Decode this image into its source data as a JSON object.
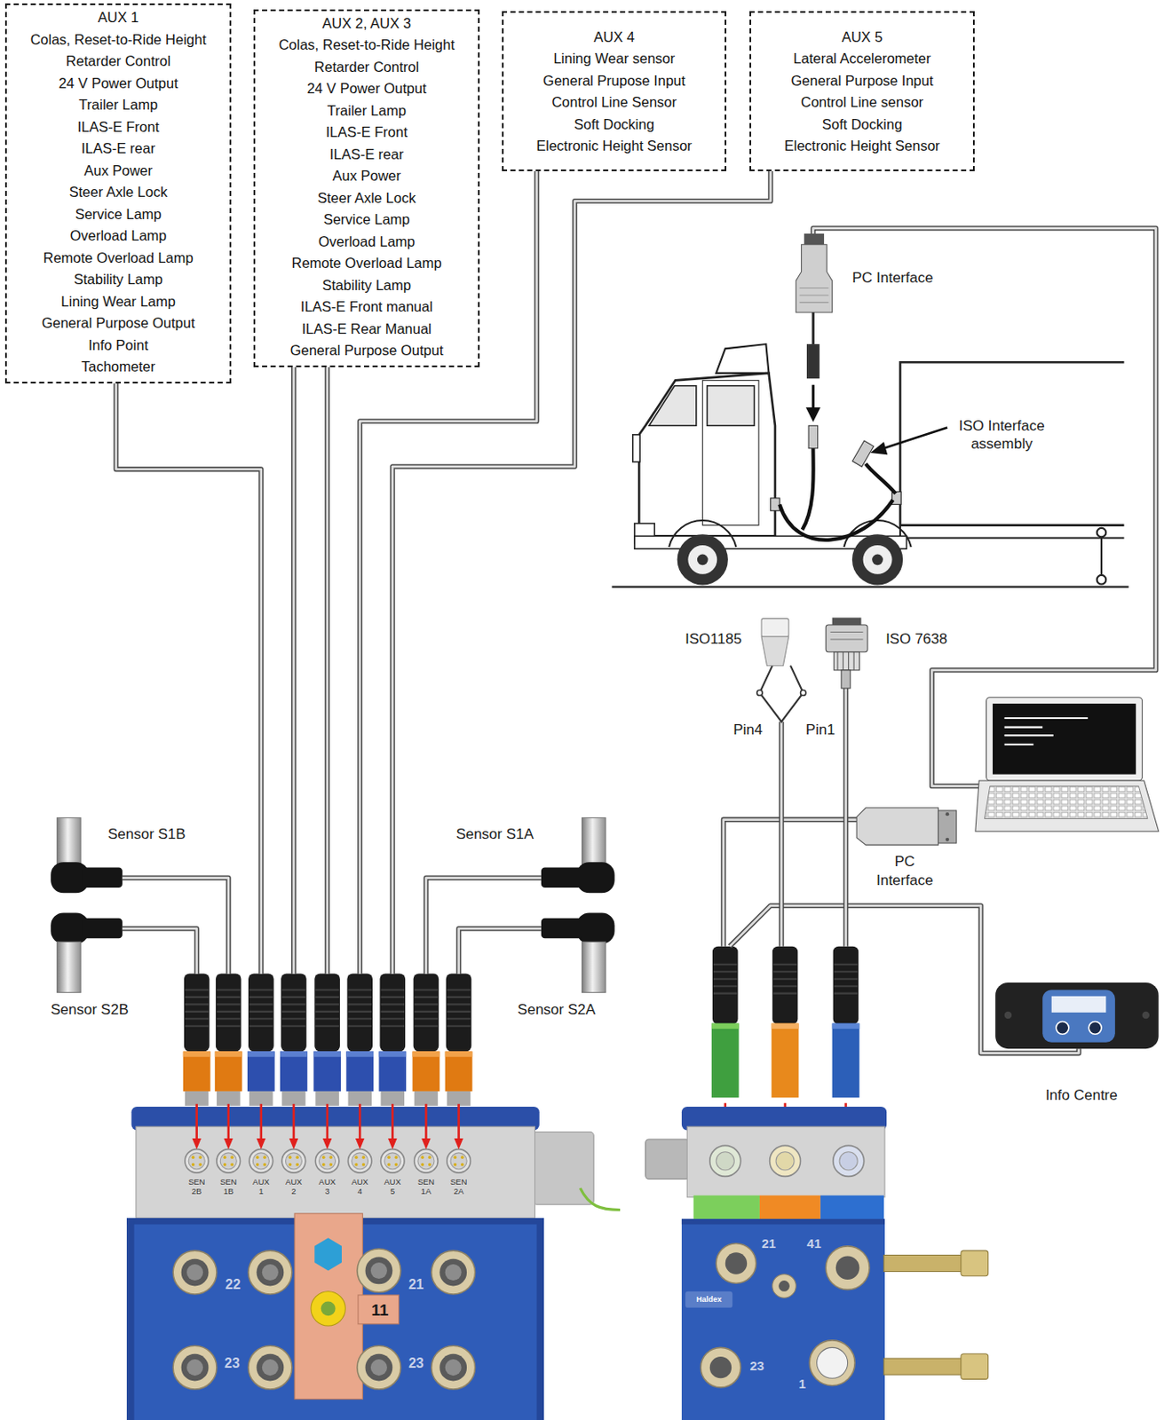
{
  "diagram": {
    "nodes": [
      {
        "text": [
          "AUX 1",
          "Colas, Reset-to-Ride Height",
          "Retarder Control",
          "24 V Power Output",
          "Trailer Lamp",
          "ILAS-E Front",
          "ILAS-E rear",
          "Aux Power",
          "Steer Axle Lock",
          "Service Lamp",
          "Overload Lamp",
          "Remote Overload Lamp",
          "Stability Lamp",
          "Lining Wear Lamp",
          "General Purpose Output",
          "Info Point",
          "Tachometer"
        ]
      },
      {
        "text": [
          "AUX 2, AUX 3",
          "Colas, Reset-to-Ride Height",
          "Retarder Control",
          "24 V Power Output",
          "Trailer Lamp",
          "ILAS-E Front",
          "ILAS-E rear",
          "Aux Power",
          "Steer Axle Lock",
          "Service Lamp",
          "Overload Lamp",
          "Remote Overload Lamp",
          "Stability Lamp",
          "ILAS-E Front manual",
          "ILAS-E Rear Manual",
          "General Purpose Output"
        ]
      },
      {
        "text": [
          "AUX 4",
          "Lining Wear sensor",
          "General Prupose Input",
          "Control Line Sensor",
          "Soft Docking",
          "Electronic Height Sensor"
        ]
      },
      {
        "text": [
          "AUX 5",
          "Lateral Accelerometer",
          "General Purpose Input",
          "Control Line sensor",
          "Soft Docking",
          "Electronic Height Sensor"
        ]
      },
      {
        "text": [
          "Sensor S1B"
        ]
      },
      {
        "text": [
          "Sensor S2B"
        ]
      },
      {
        "text": [
          "Sensor S1A"
        ]
      },
      {
        "text": [
          "Sensor S2A"
        ]
      },
      {
        "text": [
          "SEN 2B"
        ]
      },
      {
        "text": [
          "SEN 1B"
        ]
      },
      {
        "text": [
          "AUX 1"
        ]
      },
      {
        "text": [
          "AUX 2"
        ]
      },
      {
        "text": [
          "AUX 3"
        ]
      },
      {
        "text": [
          "AUX 4"
        ]
      },
      {
        "text": [
          "AUX 5"
        ]
      },
      {
        "text": [
          "SEN 1A"
        ]
      },
      {
        "text": [
          "SEN 2A"
        ]
      }
    ],
    "edges": [
      {
        "from": 0,
        "to": 10,
        "arrow": "none"
      },
      {
        "from": 1,
        "to": 11,
        "arrow": "none"
      },
      {
        "from": 1,
        "to": 12,
        "arrow": "none"
      },
      {
        "from": 2,
        "to": 13,
        "arrow": "none"
      },
      {
        "from": 3,
        "to": 14,
        "arrow": "none"
      },
      {
        "from": 4,
        "to": 9,
        "arrow": "none"
      },
      {
        "from": 5,
        "to": 8,
        "arrow": "none"
      },
      {
        "from": 6,
        "to": 15,
        "arrow": "none"
      },
      {
        "from": 7,
        "to": 16,
        "arrow": "none"
      }
    ],
    "labels": [
      "PC Interface",
      "ISO Interface assembly",
      "ISO1185",
      "ISO 7638",
      "Pin4",
      "Pin1",
      "PC Interface",
      "Info Centre",
      "22",
      "11",
      "21",
      "23",
      "23",
      "21",
      "41",
      "Haldex",
      "23",
      "1"
    ]
  }
}
